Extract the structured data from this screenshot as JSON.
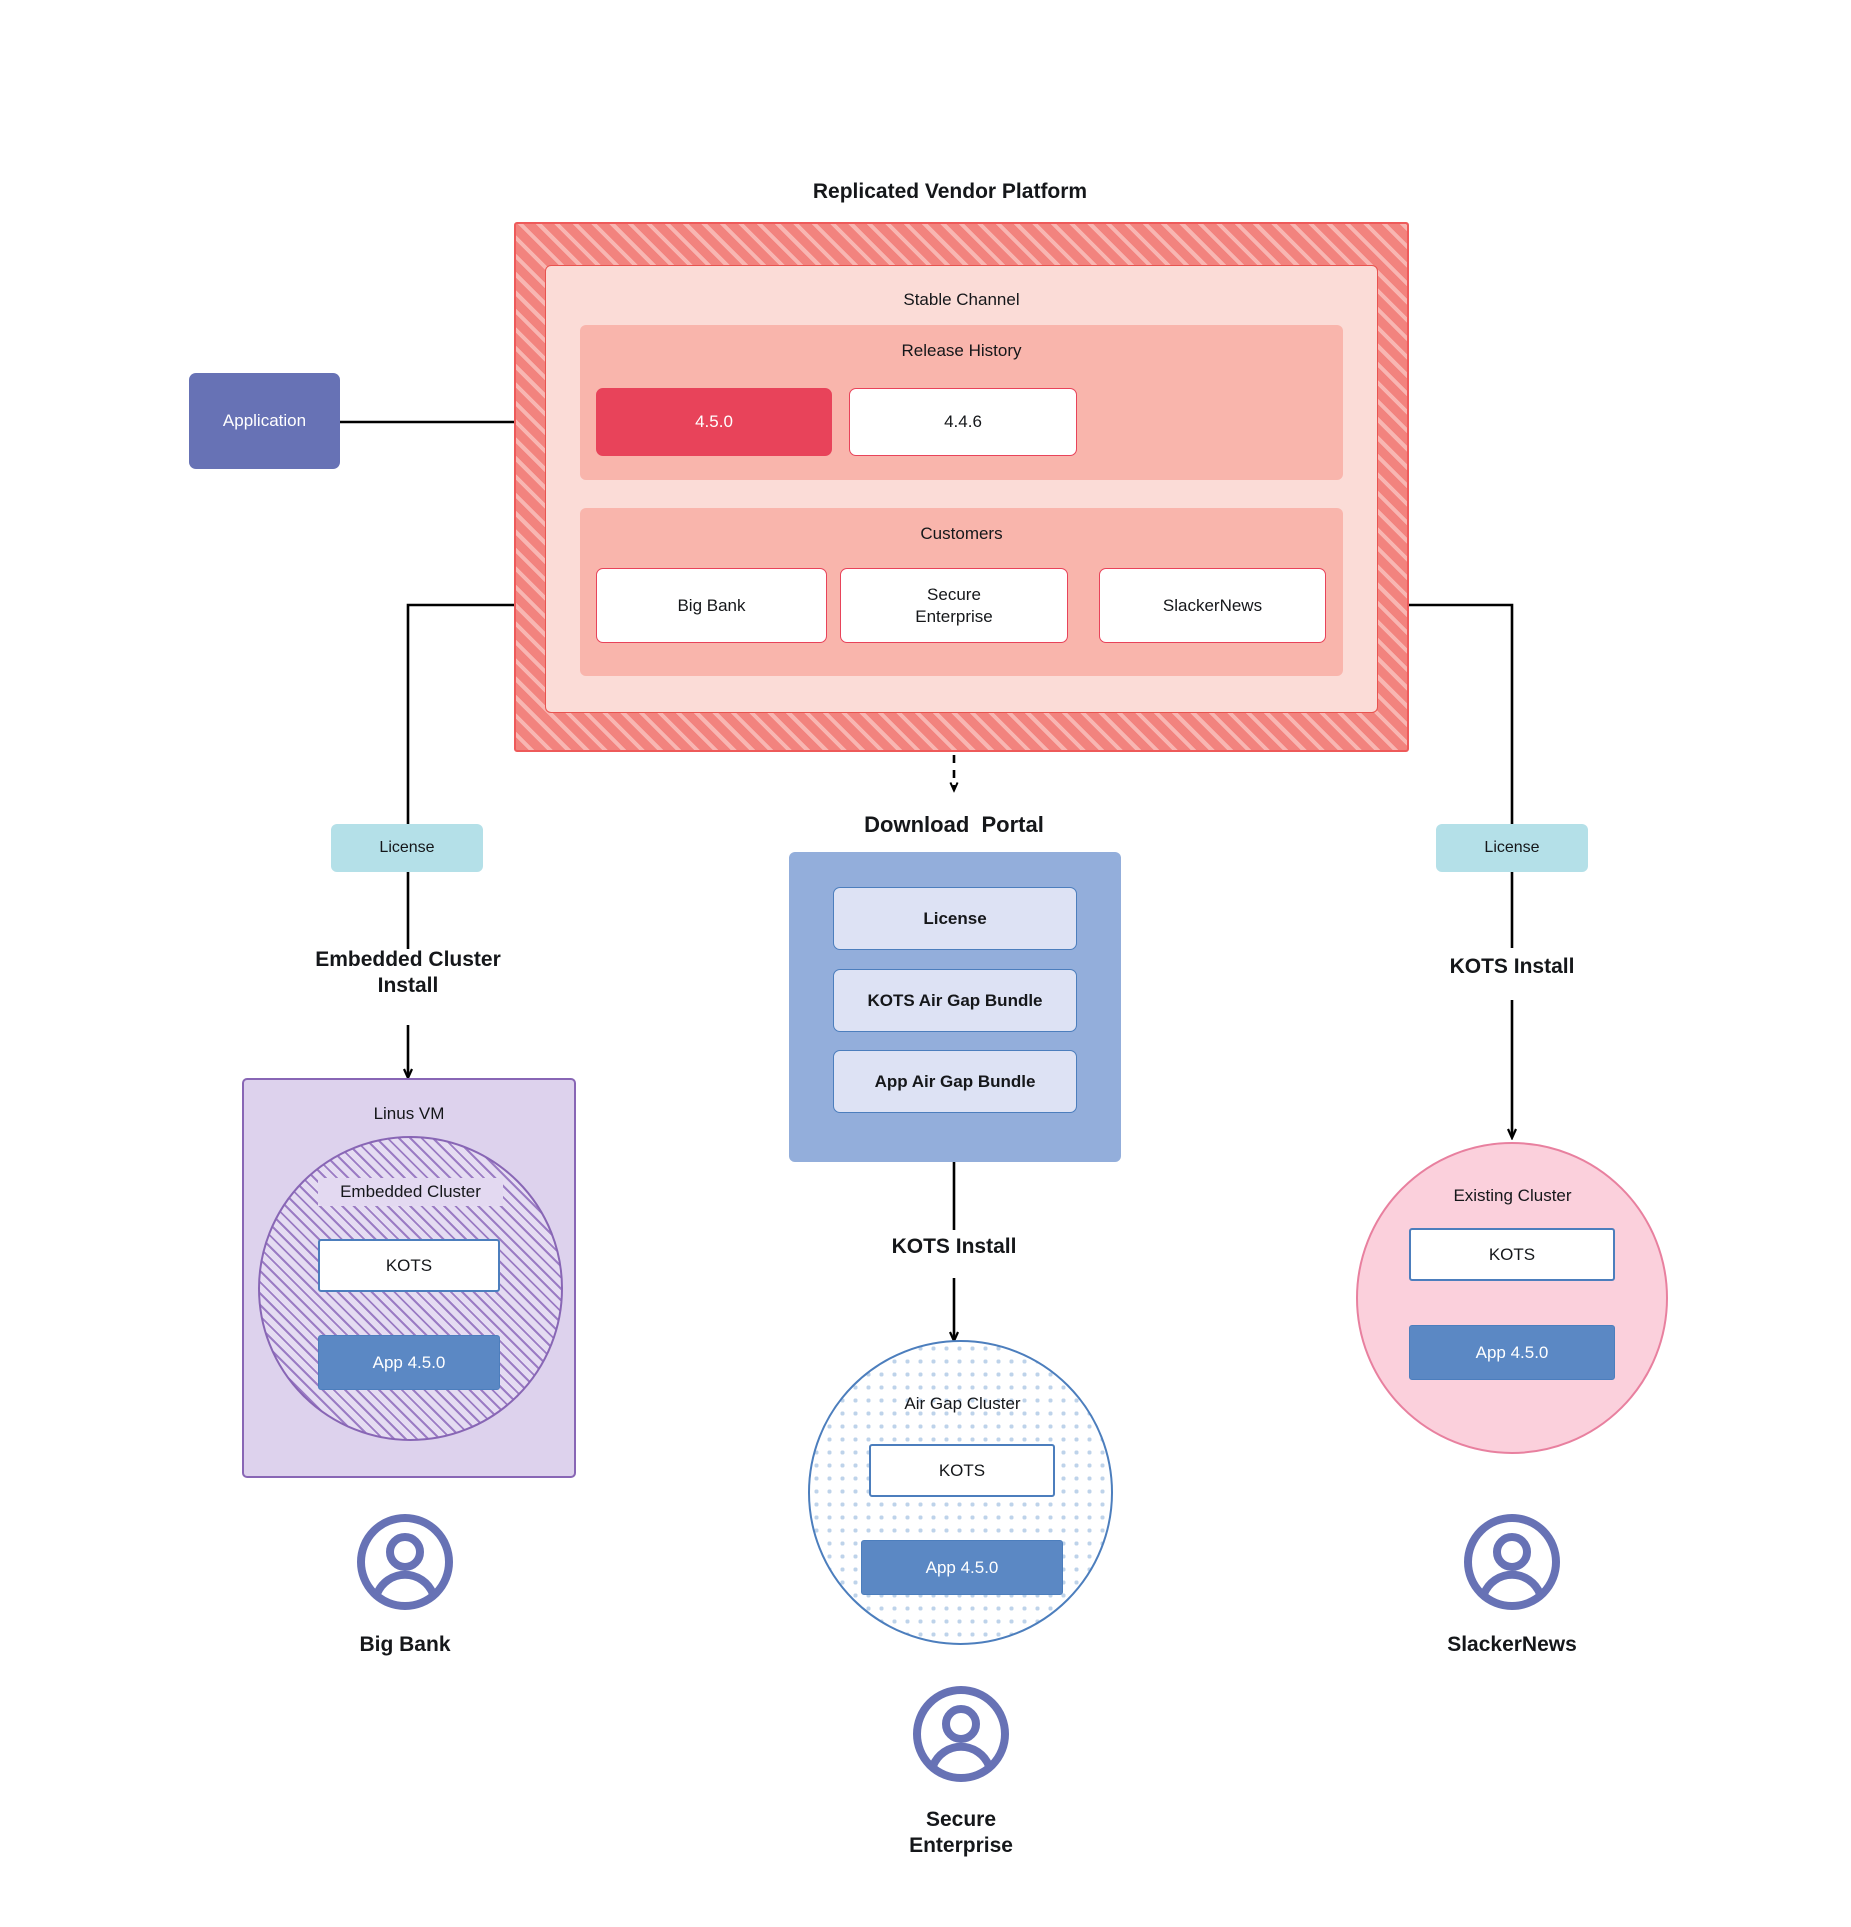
{
  "diagram": {
    "title": "Replicated Vendor Platform"
  },
  "application": {
    "label": "Application"
  },
  "platform": {
    "channel_label": "Stable Channel",
    "release_history": {
      "label": "Release History",
      "versions": [
        {
          "version": "4.5.0",
          "state": "active"
        },
        {
          "version": "4.4.6",
          "state": "inactive"
        }
      ]
    },
    "customers": {
      "label": "Customers",
      "items": [
        {
          "name": "Big Bank"
        },
        {
          "name": "Secure\nEnterprise"
        },
        {
          "name": "SlackerNews"
        }
      ]
    }
  },
  "branches": {
    "left": {
      "license_label": "License",
      "install_label": "Embedded Cluster\nInstall",
      "vm_label": "Linus VM",
      "cluster_label": "Embedded Cluster",
      "kots_label": "KOTS",
      "app_label": "App 4.5.0",
      "customer_name": "Big Bank"
    },
    "middle": {
      "portal_title": "Download  Portal",
      "portal_items": [
        {
          "label": "License"
        },
        {
          "label": "KOTS Air Gap Bundle"
        },
        {
          "label": "App Air Gap Bundle"
        }
      ],
      "install_label": "KOTS Install",
      "cluster_label": "Air Gap Cluster",
      "kots_label": "KOTS",
      "app_label": "App 4.5.0",
      "customer_name": "Secure\nEnterprise"
    },
    "right": {
      "license_label": "License",
      "install_label": "KOTS Install",
      "cluster_label": "Existing Cluster",
      "kots_label": "KOTS",
      "app_label": "App 4.5.0",
      "customer_name": "SlackerNews"
    }
  },
  "icons": {
    "avatar": "user-avatar-icon"
  },
  "colors": {
    "platform_hatch": "#f2837e",
    "platform_border": "#ee5a5a",
    "channel_fill": "#fbdcd7",
    "panel_fill": "#f9b5ac",
    "release_active": "#e8435a",
    "application": "#6772b5",
    "license": "#b4e0e8",
    "vm_fill": "#ddd2ed",
    "vm_border": "#8866b5",
    "portal_fill": "#93aedb",
    "portal_item": "#dde2f4",
    "kots_border": "#4c7ebd",
    "app_fill": "#5b88c4",
    "existing_cluster": "#fbd0dc",
    "avatar": "#6772b5"
  }
}
